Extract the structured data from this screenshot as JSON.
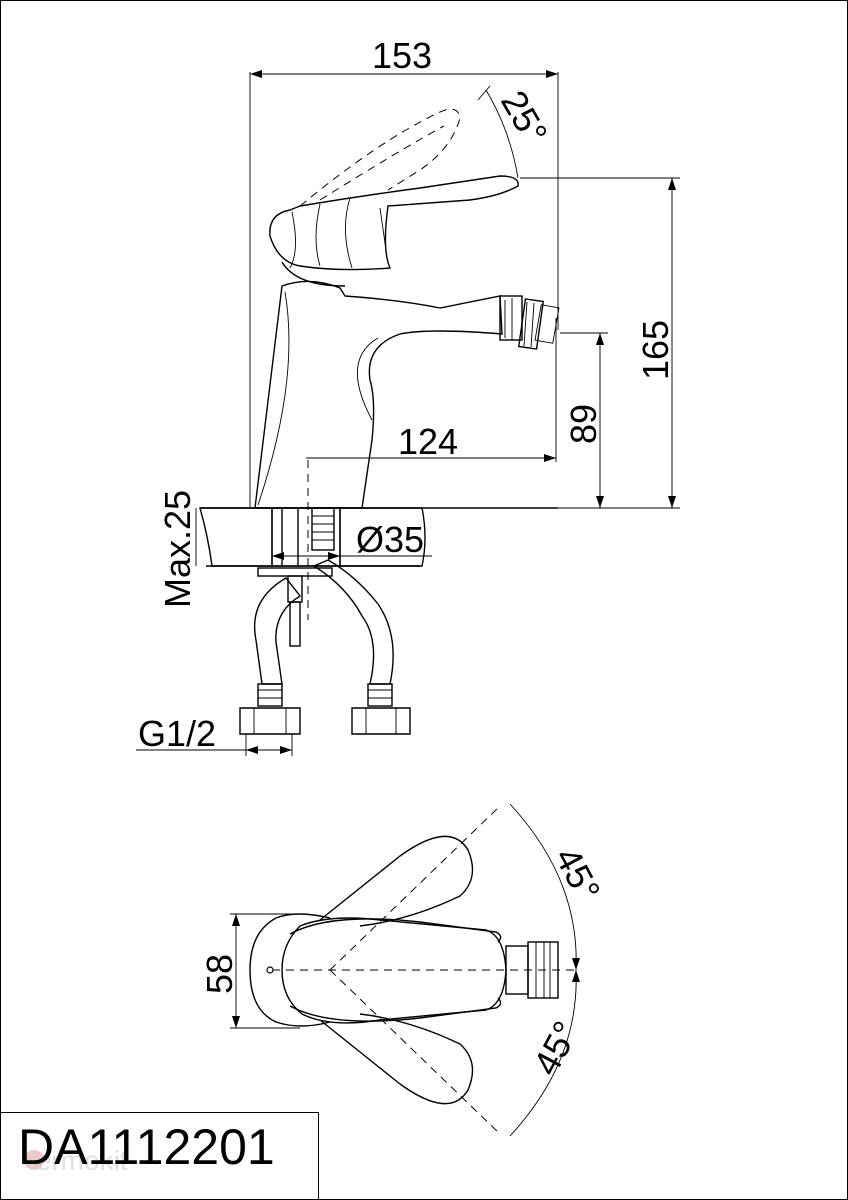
{
  "drawing": {
    "model_code": "DA1112201",
    "watermark_text": "termokit"
  },
  "dimensions": {
    "overall_width": "153",
    "handle_angle": "25°",
    "overall_height": "165",
    "spout_height": "89",
    "spout_reach": "124",
    "max_thickness": "Max.25",
    "hole_diameter": "Ø35",
    "thread": "G1/2",
    "top_width": "58",
    "top_angle_upper": "45°",
    "top_angle_lower": "45°"
  }
}
